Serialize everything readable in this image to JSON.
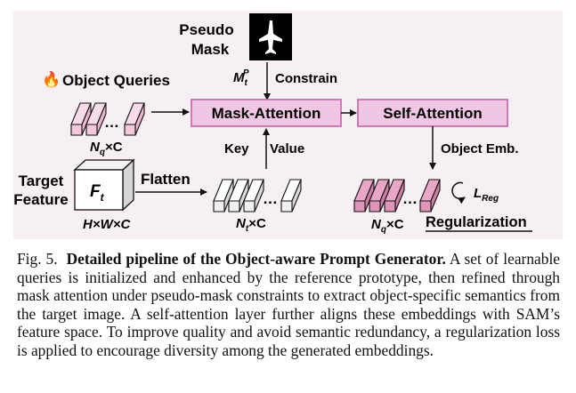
{
  "figure": {
    "pseudo_mask_line1": "Pseudo",
    "pseudo_mask_line2": "Mask",
    "mask_symbol": "M",
    "mask_sub": "t",
    "mask_sup": "P",
    "constrain": "Constrain",
    "object_queries": "Object Queries",
    "fire_icon": "fire-icon",
    "queries_dims_base": "N",
    "queries_dims_sub": "q",
    "queries_dims_rest": "×C",
    "mask_attention": "Mask-Attention",
    "self_attention": "Self-Attention",
    "key": "Key",
    "value": "Value",
    "object_emb": "Object Emb.",
    "target_feature_line1": "Target",
    "target_feature_line2": "Feature",
    "ft_symbol": "F",
    "ft_sub": "t",
    "flatten": "Flatten",
    "cube_dims": "H×W×C",
    "flat_dims_base": "N",
    "flat_dims_sub": "t",
    "flat_dims_rest": "×C",
    "emb_dims_base": "N",
    "emb_dims_sub": "q",
    "emb_dims_rest": "×C",
    "loss_base": "L",
    "loss_sub": "Reg",
    "regularization": "Regularization",
    "ellipsis": "…",
    "colors": {
      "panel_bg": "#f6eff3",
      "box_fill": "#f1c6e4",
      "box_stroke": "#c76fb0",
      "query_fill": "#f8dbe9",
      "emb_fill": "#e9a7c6",
      "plain_fill": "#ffffff"
    }
  },
  "caption": {
    "label": "Fig. 5.",
    "title": "Detailed pipeline of the Object-aware Prompt Generator.",
    "body": "A set of learnable queries is initialized and enhanced by the reference prototype, then refined through mask attention under pseudo-mask constraints to extract object-specific semantics from the target image. A self-attention layer further aligns these embeddings with SAM’s feature space. To improve quality and avoid semantic redundancy, a regularization loss is applied to encourage diversity among the generated embeddings."
  }
}
